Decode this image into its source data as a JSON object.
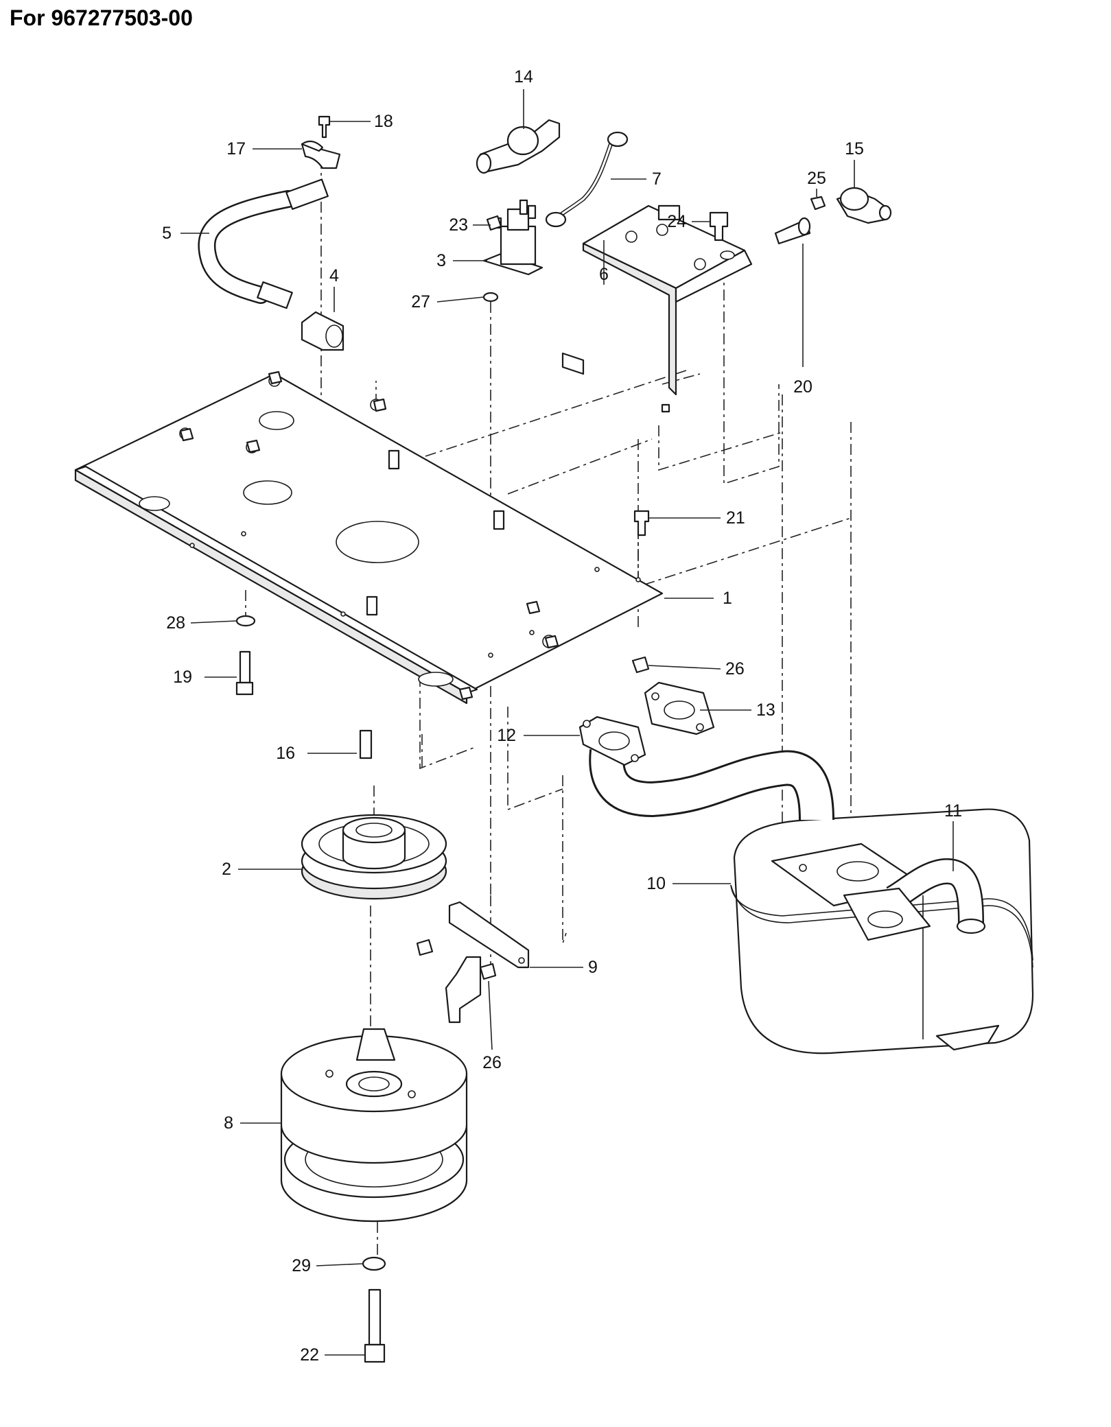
{
  "title": "For 967277503-00",
  "callouts": [
    {
      "name": "callout-1",
      "text": "1"
    },
    {
      "name": "callout-2",
      "text": "2"
    },
    {
      "name": "callout-3",
      "text": "3"
    },
    {
      "name": "callout-4",
      "text": "4"
    },
    {
      "name": "callout-5",
      "text": "5"
    },
    {
      "name": "callout-6",
      "text": "6"
    },
    {
      "name": "callout-7",
      "text": "7"
    },
    {
      "name": "callout-8",
      "text": "8"
    },
    {
      "name": "callout-9",
      "text": "9"
    },
    {
      "name": "callout-10",
      "text": "10"
    },
    {
      "name": "callout-11",
      "text": "11"
    },
    {
      "name": "callout-12",
      "text": "12"
    },
    {
      "name": "callout-13",
      "text": "13"
    },
    {
      "name": "callout-14",
      "text": "14"
    },
    {
      "name": "callout-15",
      "text": "15"
    },
    {
      "name": "callout-16",
      "text": "16"
    },
    {
      "name": "callout-17",
      "text": "17"
    },
    {
      "name": "callout-18",
      "text": "18"
    },
    {
      "name": "callout-19",
      "text": "19"
    },
    {
      "name": "callout-20",
      "text": "20"
    },
    {
      "name": "callout-21",
      "text": "21"
    },
    {
      "name": "callout-22",
      "text": "22"
    },
    {
      "name": "callout-23",
      "text": "23"
    },
    {
      "name": "callout-24",
      "text": "24"
    },
    {
      "name": "callout-25",
      "text": "25"
    },
    {
      "name": "callout-26-top",
      "text": "26"
    },
    {
      "name": "callout-26-bracket",
      "text": "26"
    },
    {
      "name": "callout-27",
      "text": "27"
    },
    {
      "name": "callout-28",
      "text": "28"
    },
    {
      "name": "callout-29",
      "text": "29"
    }
  ]
}
